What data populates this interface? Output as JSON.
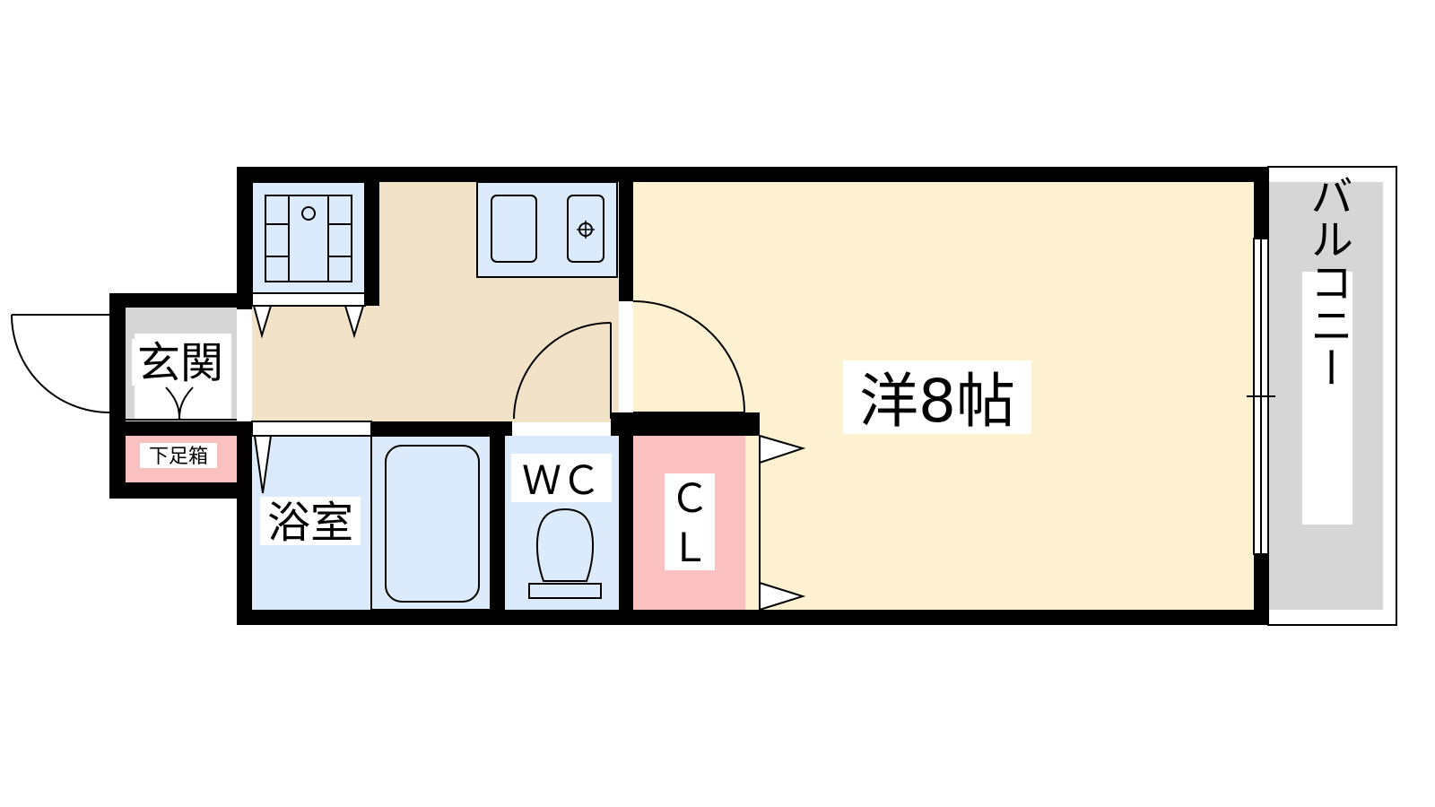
{
  "rooms": {
    "western": "洋8帖",
    "entrance": "玄関",
    "shoe_box": "下足箱",
    "bathroom": "浴室",
    "wc": "ＷＣ",
    "closet_line1": "Ｃ",
    "closet_line2": "Ｌ",
    "balcony": "バルコニー"
  },
  "colors": {
    "wall": "#000000",
    "western_room": "#fdf1d2",
    "kitchen": "#f1e2c8",
    "wet_area": "#dcebfb",
    "closet": "#fbc1c1",
    "balcony": "#d6d6d6",
    "entrance": "#d6d6d6"
  }
}
